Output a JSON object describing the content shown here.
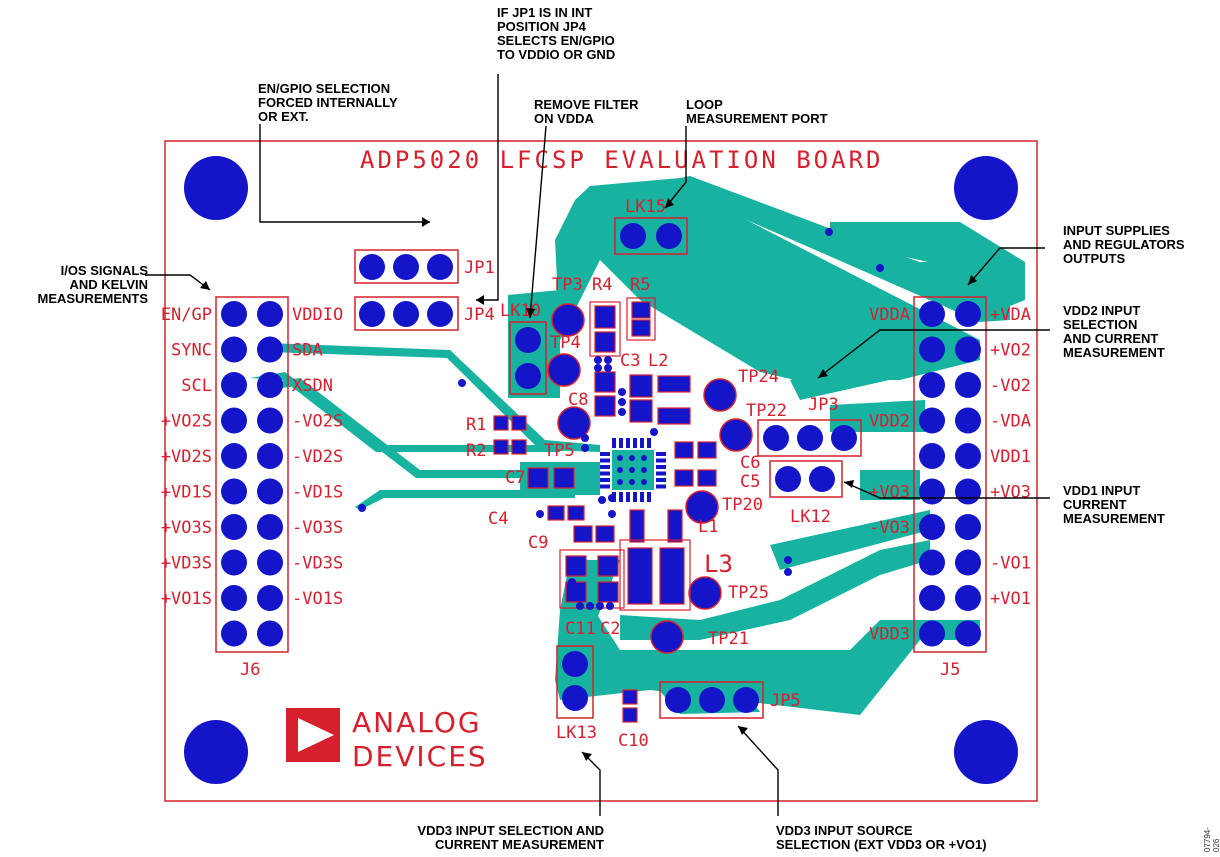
{
  "board": {
    "title": "ADP5020 LFCSP EVALUATION BOARD",
    "logo": {
      "line1": "ANALOG",
      "line2": "DEVICES"
    },
    "figure_id": "07794-026"
  },
  "callouts": {
    "jp1_int": "IF JP1 IS IN INT\nPOSITION JP4\nSELECTS EN/GPIO\nTO VDDIO OR GND",
    "en_gpio": "EN/GPIO SELECTION\nFORCED INTERNALLY\nOR EXT.",
    "remove_filter": "REMOVE FILTER\nON VDDA",
    "loop": "LOOP\nMEASUREMENT PORT",
    "ios": "I/OS SIGNALS\nAND KELVIN\nMEASUREMENTS",
    "input_supplies": "INPUT SUPPLIES\nAND REGULATORS\nOUTPUTS",
    "vdd2": "VDD2 INPUT\nSELECTION\nAND CURRENT\nMEASUREMENT",
    "vdd1": "VDD1 INPUT\nCURRENT\nMEASUREMENT",
    "vdd3_sel": "VDD3 INPUT SELECTION AND\nCURRENT MEASUREMENT",
    "vdd3_src": "VDD3 INPUT SOURCE\nSELECTION (EXT VDD3 OR +VO1)"
  },
  "j6": {
    "name": "J6",
    "left_labels": [
      "EN/GP",
      "SYNC",
      "SCL",
      "+VO2S",
      "+VD2S",
      "+VD1S",
      "+VO3S",
      "+VD3S",
      "+VO1S"
    ],
    "right_labels": [
      "VDDIO",
      "SDA",
      "XSDN",
      "-VO2S",
      "-VD2S",
      "-VD1S",
      "-VO3S",
      "-VD3S",
      "-VO1S"
    ]
  },
  "j5": {
    "name": "J5",
    "left_labels": [
      "VDDA",
      "",
      "",
      "VDD2",
      "",
      "+VO3",
      "-VO3",
      "",
      "",
      "VDD3"
    ],
    "right_labels": [
      "+VDA",
      "+VO2",
      "-VO2",
      "-VDA",
      "VDD1",
      "+VO3",
      "",
      "-VO1",
      "+VO1",
      ""
    ]
  },
  "refdes": {
    "jp1": "JP1",
    "jp4": "JP4",
    "jp3": "JP3",
    "jp5": "JP5",
    "lk10": "LK10",
    "lk15": "LK15",
    "lk12": "LK12",
    "lk13": "LK13",
    "tp3": "TP3",
    "tp4": "TP4",
    "tp5": "TP5",
    "tp20": "TP20",
    "tp21": "TP21",
    "tp22": "TP22",
    "tp24": "TP24",
    "tp25": "TP25",
    "r1": "R1",
    "r2": "R2",
    "r4": "R4",
    "r5": "R5",
    "c2": "C2",
    "c3": "C3",
    "c4": "C4",
    "c5": "C5",
    "c6": "C6",
    "c7": "C7",
    "c8": "C8",
    "c9": "C9",
    "c10": "C10",
    "c11": "C11",
    "l1": "L1",
    "l2": "L2",
    "l3": "L3"
  },
  "colors": {
    "copper": "#17b3a0",
    "pad": "#1414c8",
    "silkscreen": "#d6202e",
    "leader": "#000000"
  }
}
